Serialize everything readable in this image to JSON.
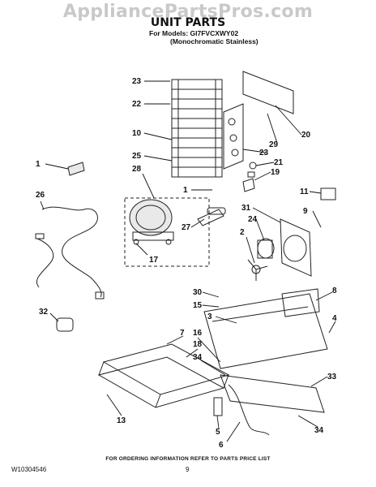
{
  "watermark": "AppliancePartsPros.com",
  "title": "UNIT PARTS",
  "models_line1": "For Models: GI7FVCXWY02",
  "models_line2": "(Monochromatic Stainless)",
  "footer_text": "FOR ORDERING INFORMATION REFER TO PARTS PRICE LIST",
  "doc_number": "W10304546",
  "page_number": "9",
  "callouts": {
    "c23a": "23",
    "c22": "22",
    "c10": "10",
    "c25": "25",
    "c28": "28",
    "c1a": "1",
    "c1b": "1",
    "c26": "26",
    "c27": "27",
    "c17": "17",
    "c32": "32",
    "c20": "20",
    "c29": "29",
    "c23b": "23",
    "c21": "21",
    "c19": "19",
    "c11": "11",
    "c31": "31",
    "c9": "9",
    "c24": "24",
    "c2": "2",
    "c30": "30",
    "c15": "15",
    "c3": "3",
    "c8": "8",
    "c4": "4",
    "c7": "7",
    "c16": "16",
    "c18": "18",
    "c34a": "34",
    "c33": "33",
    "c13": "13",
    "c5": "5",
    "c6": "6",
    "c34b": "34"
  }
}
